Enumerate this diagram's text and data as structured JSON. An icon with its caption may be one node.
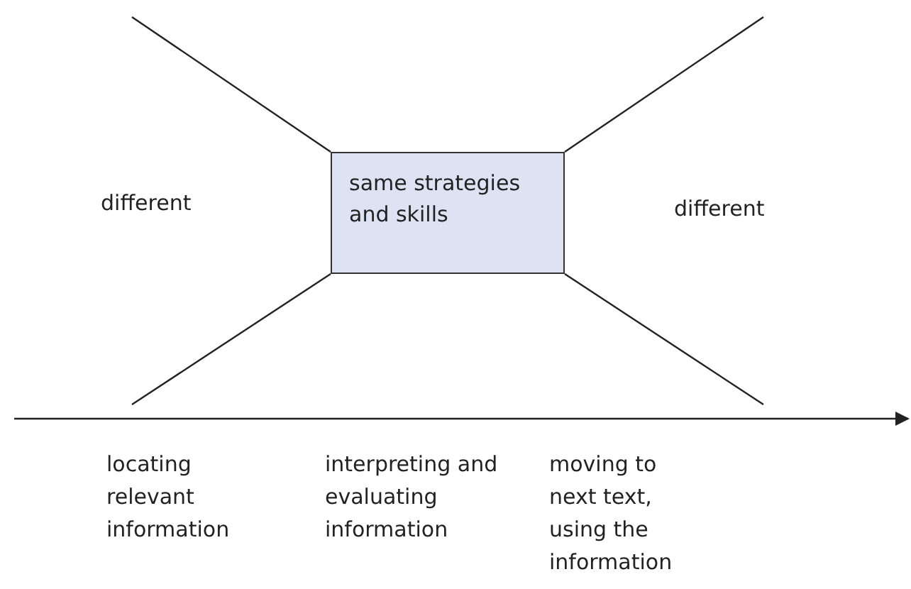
{
  "diagram": {
    "nodes": [
      {
        "text": [
          "same strategies and skills"
        ]
      }
    ],
    "labels": [
      "different",
      "different",
      "locating relevant information",
      "interpreting and evaluating information",
      "moving to next text, using the information"
    ]
  }
}
